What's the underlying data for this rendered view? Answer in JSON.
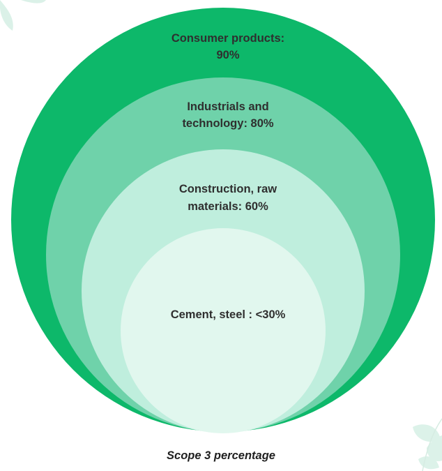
{
  "colors": {
    "ring_1": "#0db86a",
    "ring_2": "#6fd2aa",
    "ring_3": "#bfeedd",
    "ring_4": "#e1f7ee",
    "leaf": "#d7f0e6"
  },
  "rings": [
    {
      "label_line1": "Consumer products:",
      "label_line2": "90%"
    },
    {
      "label_line1": "Industrials and",
      "label_line2": "technology: 80%"
    },
    {
      "label_line1": "Construction, raw",
      "label_line2": "materials: 60%"
    },
    {
      "label_line1": "Cement, steel : <30%",
      "label_line2": ""
    }
  ],
  "caption": "Scope 3 percentage"
}
